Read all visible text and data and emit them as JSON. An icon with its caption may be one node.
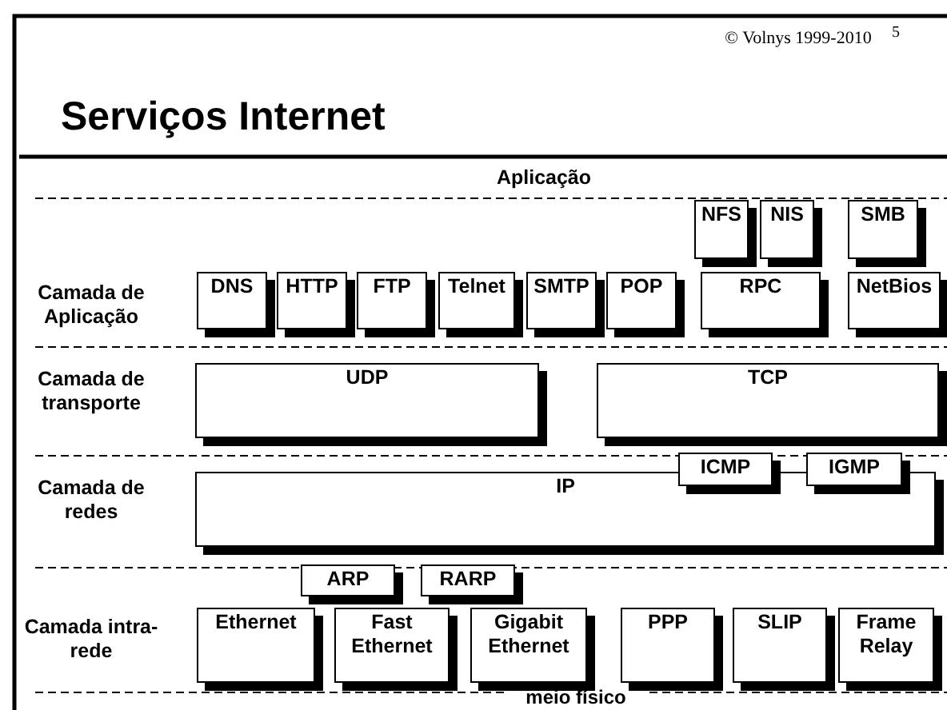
{
  "diagram": {
    "title": "Serviços Internet",
    "nodes": [
      {
        "text": [
          "NFS"
        ]
      },
      {
        "text": [
          "NIS"
        ]
      },
      {
        "text": [
          "SMB"
        ]
      },
      {
        "text": [
          "DNS"
        ]
      },
      {
        "text": [
          "HTTP"
        ]
      },
      {
        "text": [
          "FTP"
        ]
      },
      {
        "text": [
          "Telnet"
        ]
      },
      {
        "text": [
          "SMTP"
        ]
      },
      {
        "text": [
          "POP"
        ]
      },
      {
        "text": [
          "RPC"
        ]
      },
      {
        "text": [
          "NetBios"
        ]
      },
      {
        "text": [
          "UDP"
        ]
      },
      {
        "text": [
          "TCP"
        ]
      },
      {
        "text": [
          "ICMP"
        ]
      },
      {
        "text": [
          "IGMP"
        ]
      },
      {
        "text": [
          "IP"
        ]
      },
      {
        "text": [
          "ARP"
        ]
      },
      {
        "text": [
          "RARP"
        ]
      },
      {
        "text": [
          "Ethernet"
        ]
      },
      {
        "text": [
          "Fast Ethernet"
        ]
      },
      {
        "text": [
          "Gigabit Ethernet"
        ]
      },
      {
        "text": [
          "PPP"
        ]
      },
      {
        "text": [
          "SLIP"
        ]
      },
      {
        "text": [
          "Frame Relay"
        ]
      }
    ],
    "labels": [
      "© Volnys 1999-2010",
      "5",
      "Aplicação",
      "Camada de Aplicação",
      "Camada de transporte",
      "Camada de redes",
      "Camada intra-rede",
      "meio físico"
    ]
  }
}
